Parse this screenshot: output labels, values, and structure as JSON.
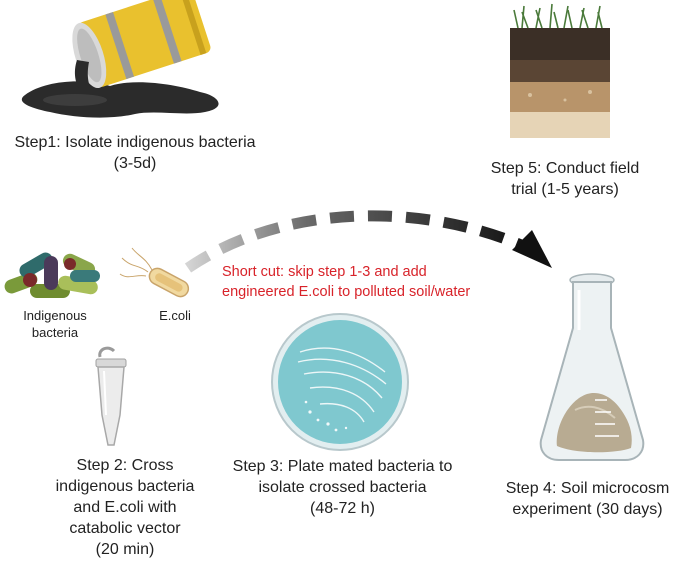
{
  "steps": {
    "step1": "Step1: Isolate indigenous bacteria\n(3-5d)",
    "step2": "Step 2: Cross\nindigenous bacteria\nand E.coli with\ncatabolic vector\n(20 min)",
    "step3": "Step 3: Plate mated bacteria to\nisolate crossed bacteria\n(48-72 h)",
    "step4": "Step 4: Soil microcosm\nexperiment (30 days)",
    "step5": "Step 5: Conduct field\ntrial (1-5 years)"
  },
  "labels": {
    "indigenous": "Indigenous\nbacteria",
    "ecoli": "E.coli"
  },
  "shortcut": "Short cut: skip step 1-3 and add\nengineered E.coli to polluted soil/water",
  "colors": {
    "accent_red": "#d8232a",
    "barrel_yellow": "#e9c12e",
    "oil": "#2b2b2b",
    "plate": "#7fc8cf",
    "soil_top": "#3b2f26",
    "soil_bottom": "#c9a77a"
  }
}
